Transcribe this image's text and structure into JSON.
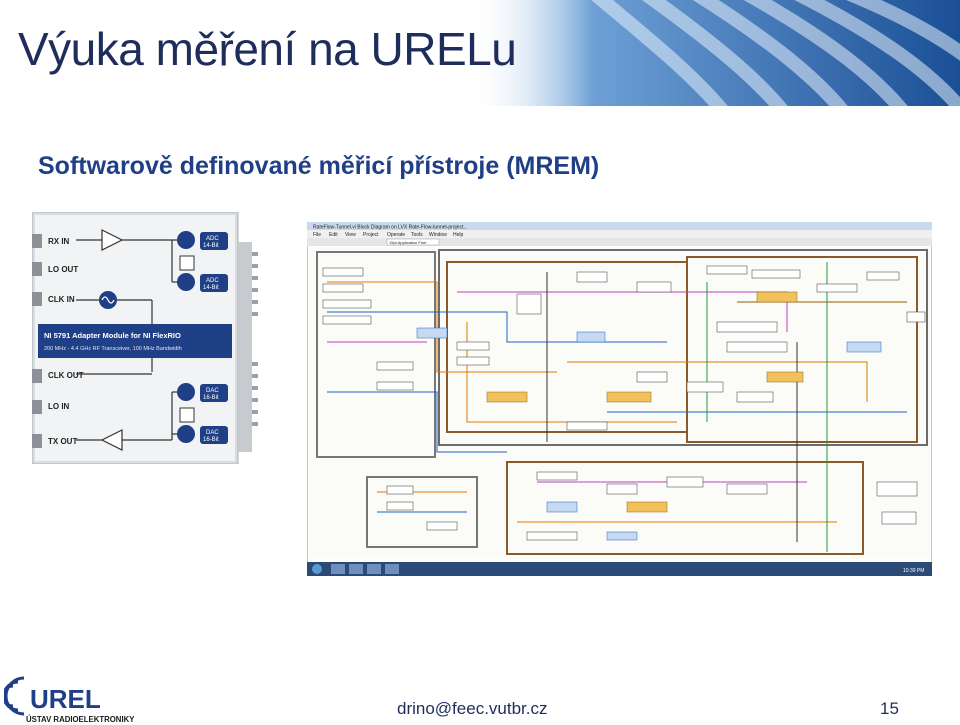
{
  "slide": {
    "title": "Výuka měření na URELu",
    "subtitle": "Softwarově definované měřicí přístroje (MREM)",
    "footer_email": "drino@feec.vutbr.cz",
    "page_number": "15"
  },
  "hardware_image": {
    "labels": {
      "rx_in": "RX IN",
      "lo_out": "LO OUT",
      "clk_in": "CLK IN",
      "clk_out": "CLK OUT",
      "lo_in": "LO IN",
      "tx_out": "TX OUT",
      "adc": "ADC",
      "adc_bits": "14-Bit",
      "dac": "DAC",
      "dac_bits": "16-Bit",
      "module_name": "NI 5791 Adapter Module for NI FlexRIO",
      "module_spec": "200 MHz - 4.4 GHz RF Transceiver, 100 MHz Bandwidth"
    }
  },
  "screenshot_image": {
    "window_title": "RateFlow-Tunnel.vi Block Diagram on LVX Rate-Flow-tunnel-project...",
    "font_selector": "15pt Application Font",
    "menu": [
      "File",
      "Edit",
      "View",
      "Project",
      "Operate",
      "Tools",
      "Window",
      "Help"
    ],
    "taskbar_time": "10:39 PM"
  },
  "logo": {
    "name": "UREL",
    "caption": "ÚSTAV RADIOELEKTRONIKY",
    "color": "#1f3f86"
  },
  "colors": {
    "title_text": "#1f2d5c",
    "subtitle_text": "#1f3f86",
    "banner_blue": "#1f5fa8"
  }
}
